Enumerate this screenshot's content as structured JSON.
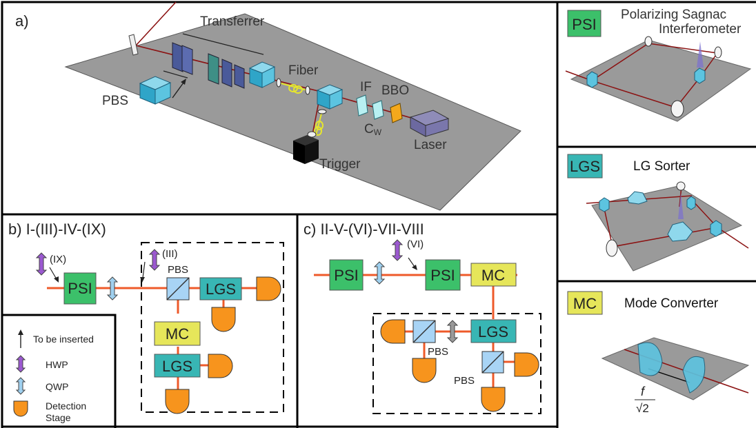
{
  "panel_a": {
    "label": "a)",
    "transferrer": "Transferrer",
    "fiber": "Fiber",
    "pbs": "PBS",
    "if": "IF",
    "bbo": "BBO",
    "cw": "C",
    "cw_sub": "W",
    "laser": "Laser",
    "trigger": "Trigger"
  },
  "panel_b": {
    "title": "b) I-(III)-IV-(IX)",
    "psi": "PSI",
    "lgs1": "LGS",
    "lgs2": "LGS",
    "mc": "MC",
    "pbs": "PBS",
    "ix": "(IX)",
    "iii": "(III)"
  },
  "panel_c": {
    "title": "c) II-V-(VI)-VII-VIII",
    "psi1": "PSI",
    "psi2": "PSI",
    "mc": "MC",
    "lgs": "LGS",
    "pbs1": "PBS",
    "pbs2": "PBS",
    "vi": "(VI)"
  },
  "legend": {
    "insert": "To be inserted",
    "hwp": "HWP",
    "qwp": "QWP",
    "det1": "Detection",
    "det2": "Stage"
  },
  "side_psi": {
    "tag": "PSI",
    "title1": "Polarizing Sagnac",
    "title2": "Interferometer"
  },
  "side_lgs": {
    "tag": "LGS",
    "title": "LG Sorter"
  },
  "side_mc": {
    "tag": "MC",
    "title": "Mode Converter",
    "f": "f",
    "sqrt2": "√2"
  },
  "colors": {
    "psi": "#3cc06a",
    "lgs": "#38b6b4",
    "mc": "#e6e65a",
    "beam": "#ee5a2a",
    "detector": "#f7941d",
    "hwp": "#9b59d0",
    "qwp": "#9fd0ef",
    "table": "#9a9a9a",
    "red_beam": "#8b1212"
  }
}
